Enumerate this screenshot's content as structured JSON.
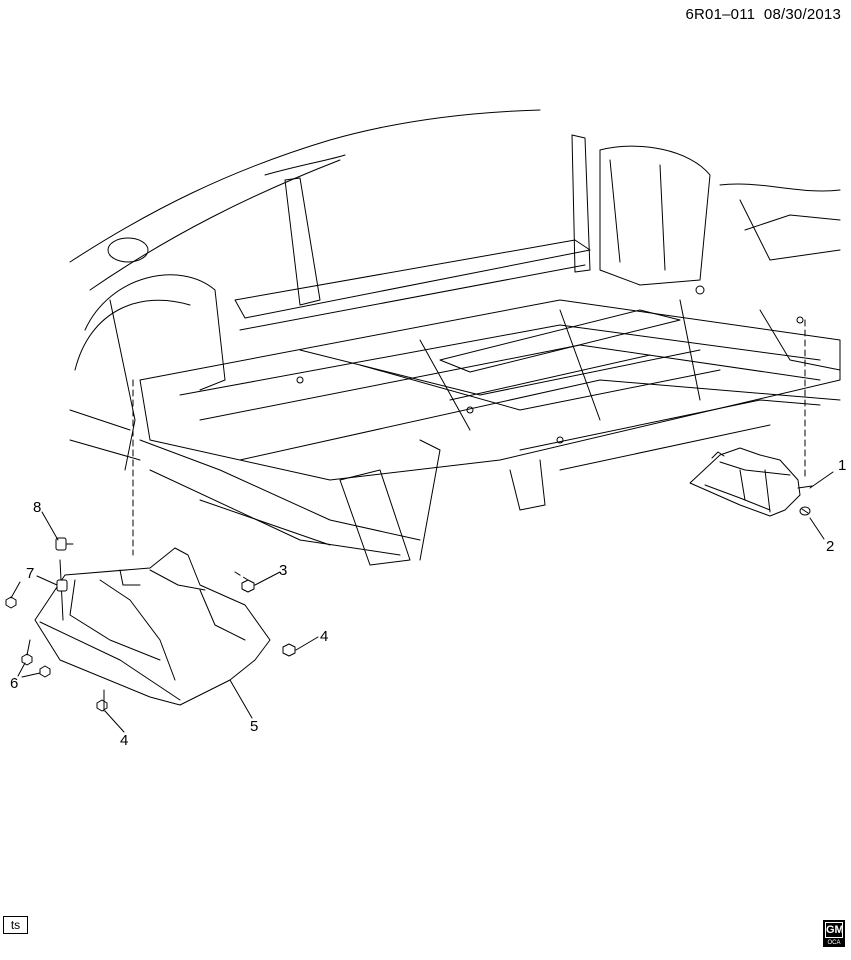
{
  "header": {
    "drawing_id": "6R01–011",
    "date": "08/30/2013"
  },
  "callouts": [
    "1",
    "2",
    "3",
    "4",
    "5",
    "6",
    "7",
    "8"
  ],
  "footer": {
    "ts_label": "ts",
    "logo_text": "GM",
    "logo_subtext": "OCA"
  }
}
